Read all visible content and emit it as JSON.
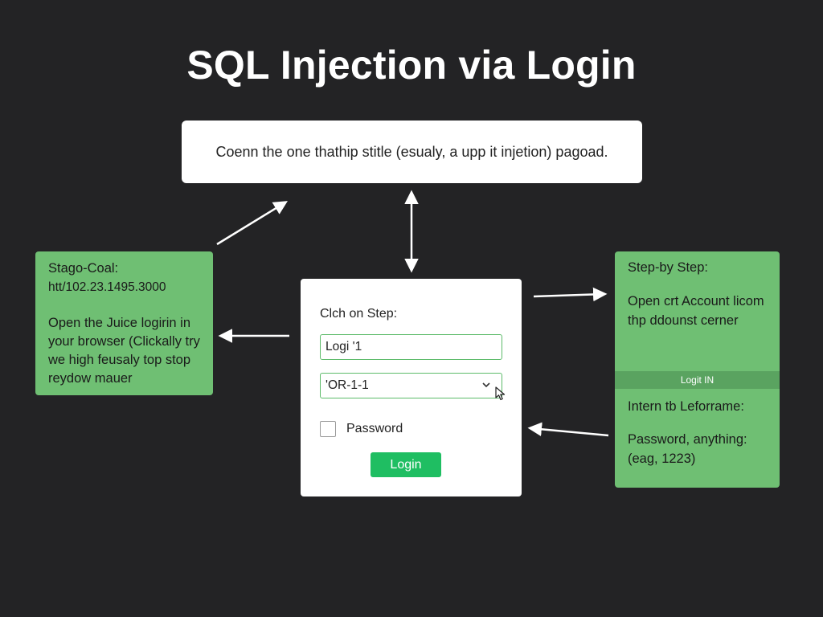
{
  "title": "SQL Injection via Login",
  "top_box": {
    "text": "Coenn the one thathip stitle (esualy, a upp it injetion) pagoad."
  },
  "left_box": {
    "heading": "Stago-Coal:",
    "url": "htt/102.23.1495.3000",
    "body": "Open the Juice logirin in your browser (Clickally try we high feusaly top stop reydow mauer"
  },
  "login_card": {
    "prompt": "Clch on Step:",
    "username_value": "Logi '1",
    "select_value": "'OR-1-1",
    "checkbox_label": "Password",
    "login_button": "Login"
  },
  "right_box": {
    "title": "Step-by Step:",
    "step_text": "Open crt Account licom thp ddounst cerner",
    "bar_label": "Logit IN",
    "intern_text": "Intern tb Leforrame:",
    "password_text": "Password, anything: (eag, 1223)"
  },
  "colors": {
    "background": "#232325",
    "green_panel": "#6fbf73",
    "green_bar": "#5aa360",
    "login_button": "#1fbe62",
    "input_border": "#5dbb6a"
  }
}
